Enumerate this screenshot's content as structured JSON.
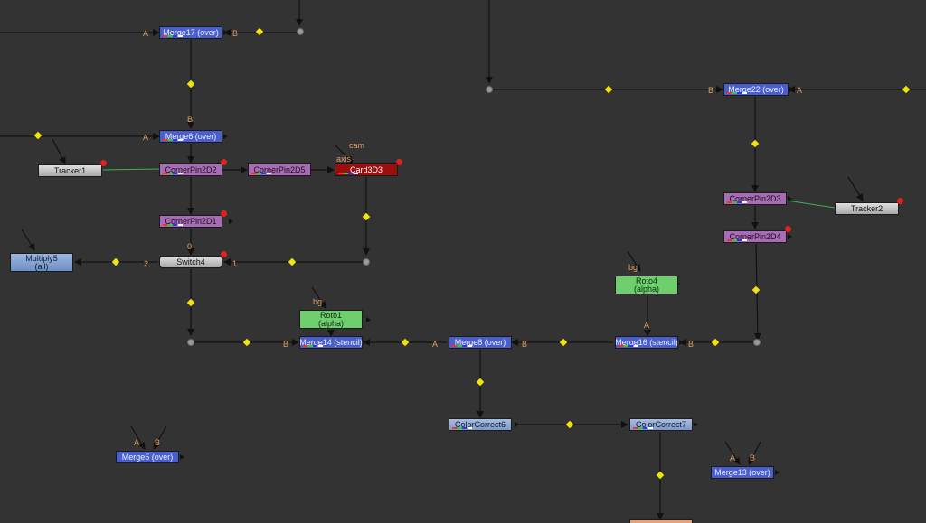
{
  "nodes": {
    "merge17": "Merge17 (over)",
    "merge22": "Merge22 (over)",
    "merge6": "Merge6 (over)",
    "tracker1": "Tracker1",
    "tracker2": "Tracker2",
    "cornerpin2d2": "CornerPin2D2",
    "cornerpin2d5": "CornerPin2D5",
    "cornerpin2d1": "CornerPin2D1",
    "cornerpin2d3": "CornerPin2D3",
    "cornerpin2d4": "CornerPin2D4",
    "card3d3": "Card3D3",
    "switch4": "Switch4",
    "multiply5_name": "Multiply5",
    "multiply5_sub": "(all)",
    "roto1_name": "Roto1",
    "roto1_sub": "(alpha)",
    "roto4_name": "Roto4",
    "roto4_sub": "(alpha)",
    "merge14": "Merge14 (stencil)",
    "merge8": "Merge8 (over)",
    "merge16": "Merge16 (stencil)",
    "colorcorrect6": "ColorCorrect6",
    "colorcorrect7": "ColorCorrect7",
    "merge5": "Merge5 (over)",
    "merge13": "Merge13 (over)"
  },
  "input_labels": {
    "a": "A",
    "b": "B",
    "cam": "cam",
    "axis": "axis",
    "bg": "bg",
    "zero": "0",
    "one": "1",
    "two": "2"
  },
  "colors": {
    "background": "#333333",
    "merge": "#4a5fcf",
    "cornerpin": "#a86bb5",
    "card": "#9a0e0e",
    "roto": "#6fcf6f",
    "dot": "#f2e40a",
    "edge": "#111111",
    "tracker_link": "#3cb44b"
  }
}
